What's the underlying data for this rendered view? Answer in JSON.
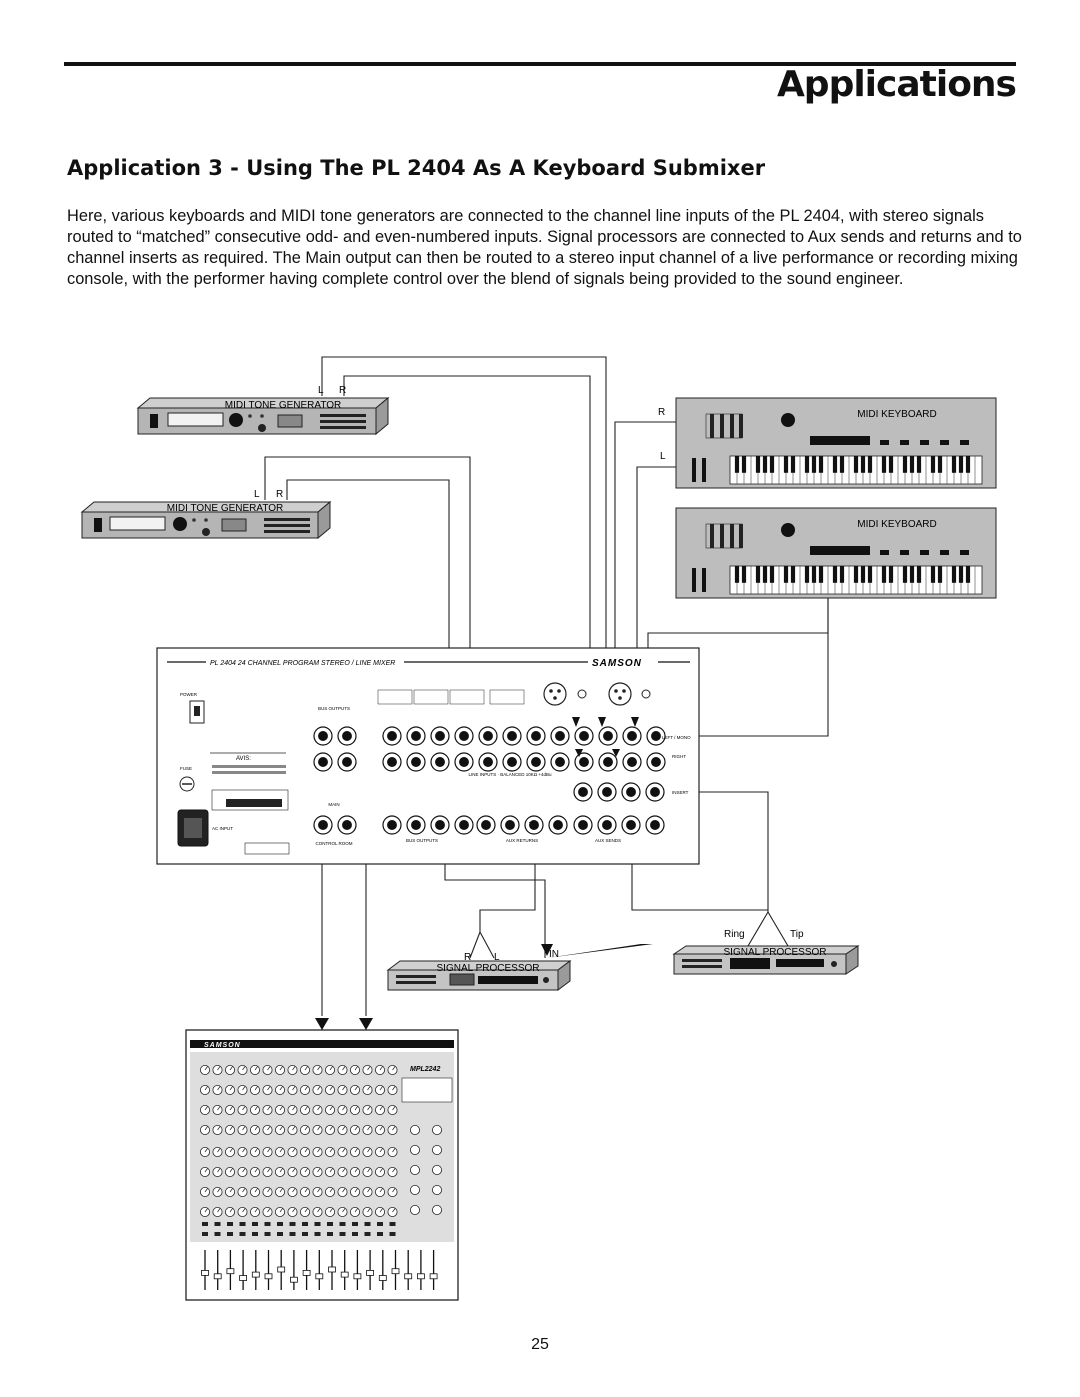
{
  "header": {
    "section_title": "Applications"
  },
  "article": {
    "heading": "Application 3 - Using The PL 2404 As A Keyboard Submixer",
    "body": "Here, various keyboards and MIDI tone generators are connected to the channel line inputs of the PL 2404, with stereo signals routed to “matched” consecutive odd- and even-numbered inputs.  Signal processors are connected to Aux sends and returns and to channel inserts as required.  The Main output can then be routed to a stereo input channel of a live performance or recording mixing console, with the performer having complete control over the blend of signals being provided to the sound engineer."
  },
  "diagram": {
    "tone_gen_label": "MIDI TONE GENERATOR",
    "keyboard_label": "MIDI KEYBOARD",
    "left": "L",
    "right": "R",
    "mixer_title": "PL 2404  24 CHANNEL PROGRAM STEREO / LINE MIXER",
    "brand": "SAMSON",
    "mixer_labels": {
      "power": "POWER",
      "fuse": "FUSE",
      "avis": "AVIS:",
      "ac_input": "AC INPUT",
      "bus_outputs": "BUS OUTPUTS",
      "main": "MAIN",
      "control_room": "CONTROL ROOM",
      "line_inputs": "LINE INPUTS · BALANCED 10KΩ +4dBu",
      "left_mono": "LEFT / MONO",
      "right": "RIGHT",
      "insert": "INSERT",
      "bus_outputs_2": "BUS OUTPUTS",
      "aux_returns": "AUX RETURNS",
      "aux_sends": "AUX SENDS"
    },
    "ring": "Ring",
    "tip": "Tip",
    "in": "IN",
    "signal_processor_label": "SIGNAL PROCESSOR",
    "console_model": "MPL2242"
  },
  "footer": {
    "page_number": "25"
  }
}
